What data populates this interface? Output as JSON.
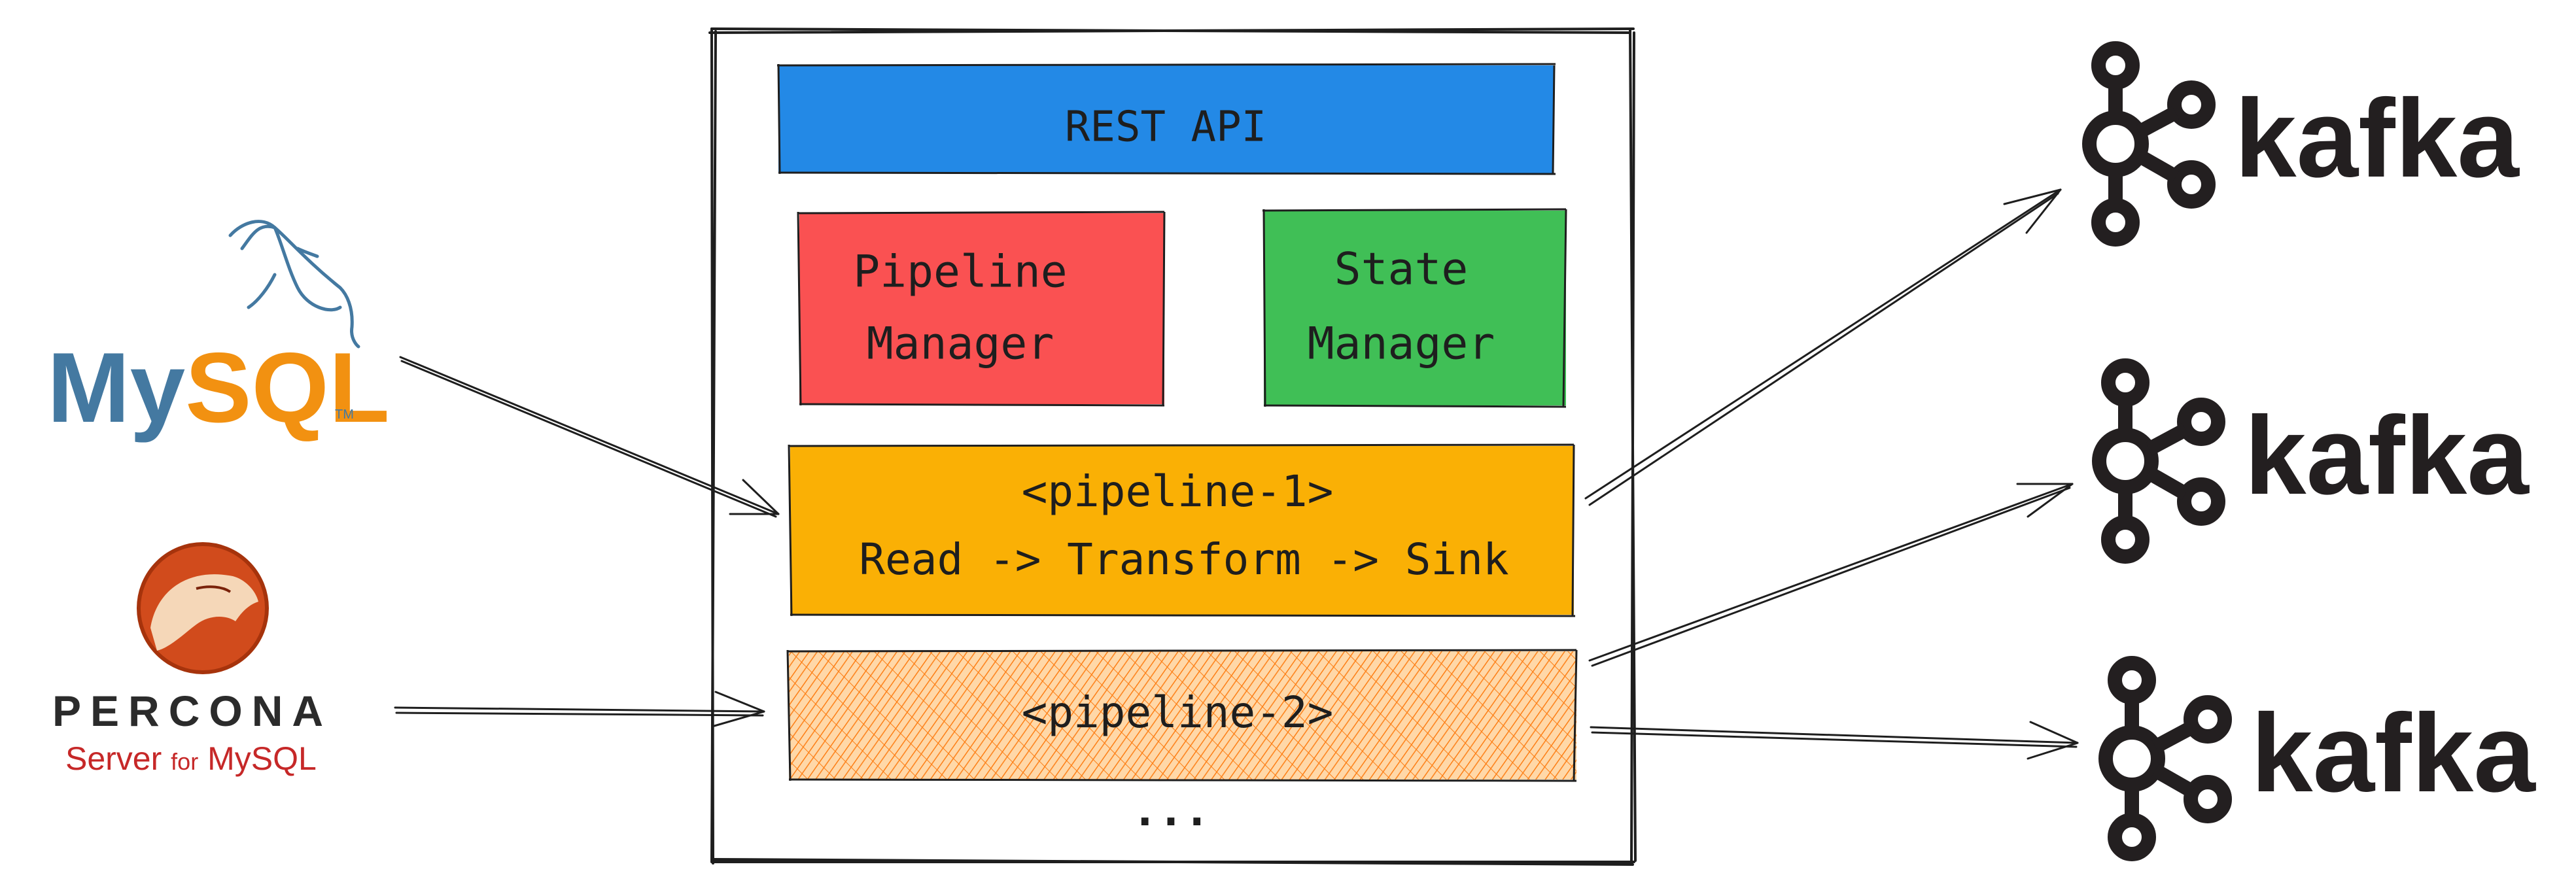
{
  "sources": {
    "mysql": {
      "wordmark_a": "My",
      "wordmark_b": "SQL",
      "tm": "TM",
      "color_a": "#4479a1",
      "color_b": "#f29111"
    },
    "percona": {
      "name": "PERCONA",
      "subtitle_a": "Server",
      "subtitle_b": "for",
      "subtitle_c": "MySQL",
      "color_name": "#2b2b2b",
      "color_sub": "#c62828"
    }
  },
  "service": {
    "rest_api": {
      "label": "REST API",
      "color": "#2389e6"
    },
    "pipeline_manager": {
      "line1": "Pipeline",
      "line2": "Manager",
      "color": "#fa5152"
    },
    "state_manager": {
      "line1": "State",
      "line2": "Manager",
      "color": "#40bf56"
    },
    "pipeline_1": {
      "title": "<pipeline-1>",
      "flow": "Read -> Transform -> Sink",
      "color": "#fab005"
    },
    "pipeline_2": {
      "title": "<pipeline-2>",
      "color": "#fd7e14"
    },
    "more": "..."
  },
  "sinks": [
    {
      "label": "kafka",
      "icon": "kafka-icon"
    },
    {
      "label": "kafka",
      "icon": "kafka-icon"
    },
    {
      "label": "kafka",
      "icon": "kafka-icon"
    }
  ]
}
